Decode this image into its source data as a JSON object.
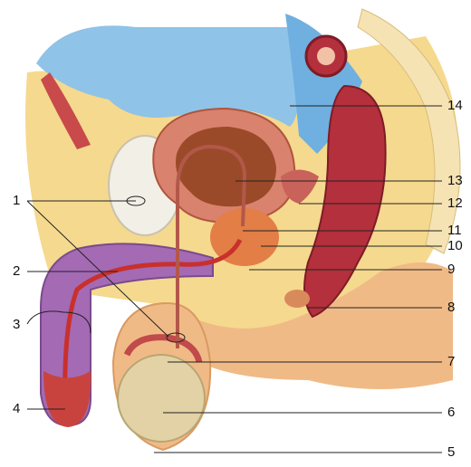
{
  "figure": {
    "labels": [
      {
        "id": "1",
        "text": "1"
      },
      {
        "id": "2",
        "text": "2"
      },
      {
        "id": "3",
        "text": "3"
      },
      {
        "id": "4",
        "text": "4"
      },
      {
        "id": "5",
        "text": "5"
      },
      {
        "id": "6",
        "text": "6"
      },
      {
        "id": "7",
        "text": "7"
      },
      {
        "id": "8",
        "text": "8"
      },
      {
        "id": "9",
        "text": "9"
      },
      {
        "id": "10",
        "text": "10"
      },
      {
        "id": "11",
        "text": "11"
      },
      {
        "id": "12",
        "text": "12"
      },
      {
        "id": "13",
        "text": "13"
      },
      {
        "id": "14",
        "text": "14"
      }
    ]
  },
  "colors": {
    "background": "#ffffff",
    "fat_yellow": "#f3d27a",
    "peritoneum_blue": "#8fc3e8",
    "bladder_wall": "#d9826e",
    "bladder_lumen": "#9a4a28",
    "rectum": "#b4303c",
    "penis_purple": "#a46ab4",
    "testis": "#e2d2a6",
    "skin": "#f0ba86",
    "leader": "#222222"
  }
}
